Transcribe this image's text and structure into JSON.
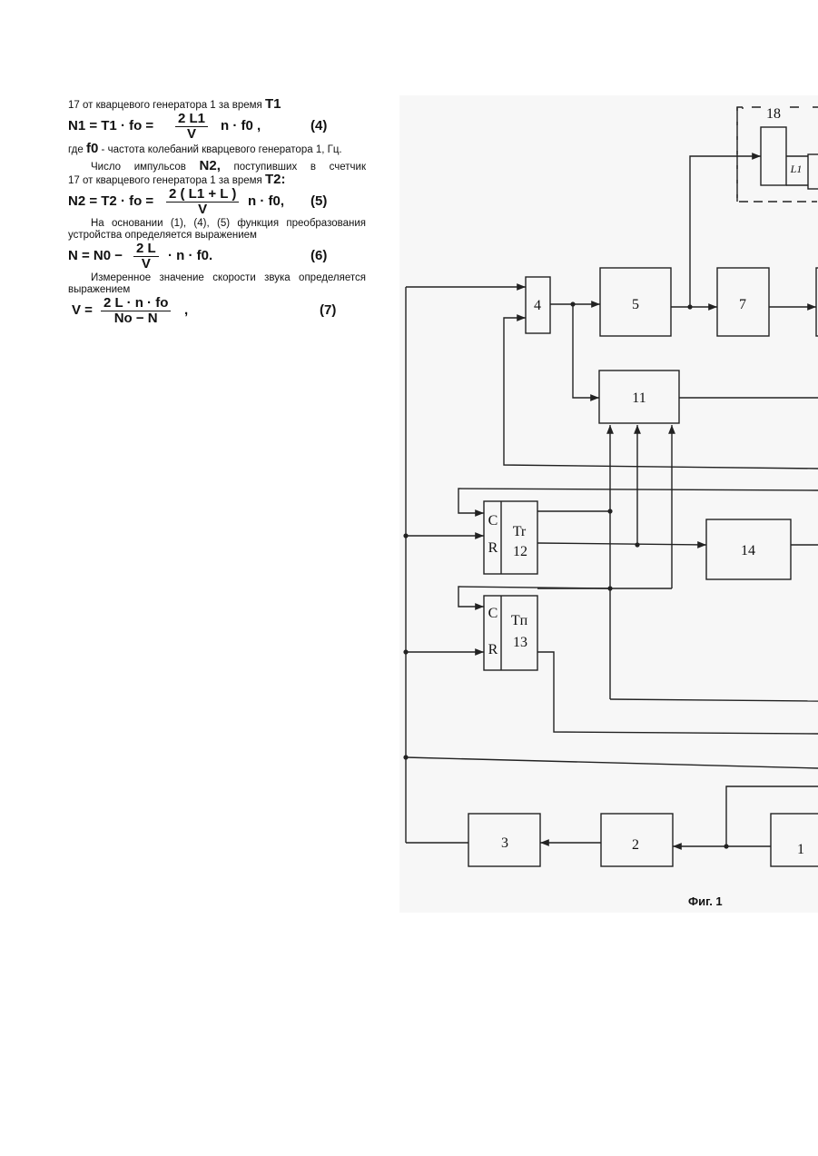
{
  "text": {
    "l1": "17 от кварцевого генератора 1 за время",
    "l1_sym": "T1",
    "eq4": {
      "lhs": "N1 = T1 · fo =",
      "num": "2 L1",
      "den": "V",
      "rhs": "n ·  f0 ,",
      "no": "(4)"
    },
    "l2a": "где",
    "l2_sym": "f0",
    "l2b": "- частота колебаний кварцевого генератора 1, Гц.",
    "l3a": "Число импульсов",
    "l3_sym": "N2,",
    "l3b": "поступивших в счетчик",
    "l4": "17 от кварцевого генератора 1 за время",
    "l4_sym": "T2:",
    "eq5": {
      "lhs": "N2 = T2 · fo =",
      "num": "2 ( L1 + L )",
      "den": "V",
      "rhs": "n · f0,",
      "no": "(5)"
    },
    "l5": "На основании (1), (4), (5) функция преобразования устройства определяется выражением",
    "eq6": {
      "lhs": "N = N0 −",
      "num": "2 L",
      "den": "V",
      "rhs": "· n ·  f0.",
      "no": "(6)"
    },
    "l6": "Измеренное значение скорости звука определяется выражением",
    "eq7": {
      "lhs": "V =",
      "num": "2 L · n · fo",
      "den": "No − N",
      "rhs": ",",
      "no": "(7)"
    }
  },
  "figure": {
    "caption": "Фиг. 1",
    "blocks": {
      "b1": "1",
      "b2": "2",
      "b3": "3",
      "b4": "4",
      "b5": "5",
      "b7": "7",
      "b11": "11",
      "b14": "14",
      "b18": "18",
      "t12_c": "C",
      "t12_r": "R",
      "t12_name": "Tr",
      "t12_num": "12",
      "t13_c": "C",
      "t13_r": "R",
      "t13_name": "Tп",
      "t13_num": "13",
      "l1": "L1"
    }
  }
}
